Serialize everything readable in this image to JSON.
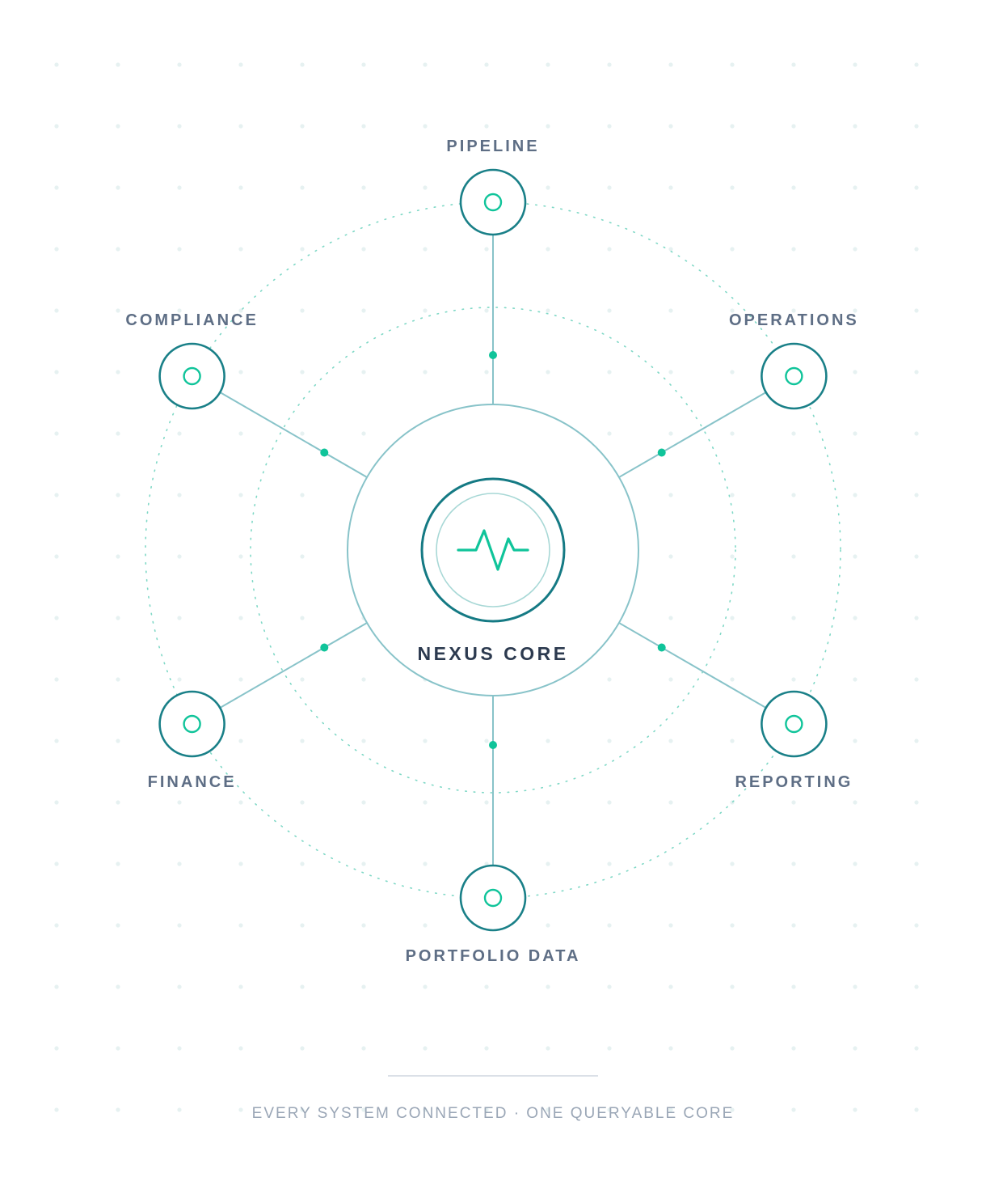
{
  "diagram": {
    "core": {
      "label": "NEXUS CORE",
      "icon": "pulse-icon"
    },
    "nodes": [
      {
        "id": "pipeline",
        "label": "PIPELINE",
        "icon": "ring-icon"
      },
      {
        "id": "operations",
        "label": "OPERATIONS",
        "icon": "ring-icon"
      },
      {
        "id": "reporting",
        "label": "REPORTING",
        "icon": "ring-icon"
      },
      {
        "id": "portfolio-data",
        "label": "PORTFOLIO DATA",
        "icon": "ring-icon"
      },
      {
        "id": "finance",
        "label": "FINANCE",
        "icon": "ring-icon"
      },
      {
        "id": "compliance",
        "label": "COMPLIANCE",
        "icon": "ring-icon"
      }
    ],
    "footer": {
      "tagline": "EVERY SYSTEM CONNECTED · ONE QUERYABLE CORE"
    },
    "colors": {
      "accent": "#10c49a",
      "node_ring": "#1a8088",
      "core_ring": "#157a84",
      "connector": "#88c3c9",
      "orbit": "#7fd8c6",
      "grid_dot": "#e6f1f1",
      "label": "#5e6e85",
      "core_label": "#2c3a4f",
      "tagline": "#9aa6b6"
    }
  }
}
